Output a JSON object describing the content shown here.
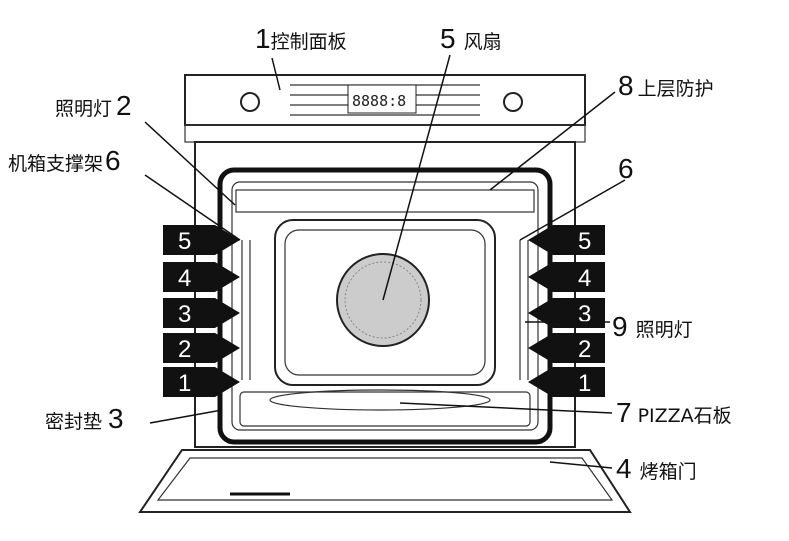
{
  "labels": {
    "control_panel": {
      "num": "1",
      "text": "控制面板"
    },
    "fan": {
      "num": "5",
      "text": "风扇"
    },
    "top_guard": {
      "num": "8",
      "text": "上层防护"
    },
    "light_left": {
      "num": "2",
      "text": "照明灯"
    },
    "rack_support_left": {
      "num": "6",
      "text": "机箱支撑架"
    },
    "rack_support_right": {
      "num": "6"
    },
    "light_right": {
      "num": "9",
      "text": "照明灯"
    },
    "gasket": {
      "num": "3",
      "text": "密封垫"
    },
    "pizza_stone": {
      "num": "7",
      "text": "PIZZA石板"
    },
    "door": {
      "num": "4",
      "text": "烤箱门"
    }
  },
  "shelf_levels": [
    "5",
    "4",
    "3",
    "2",
    "1"
  ],
  "colors": {
    "tag": "#111111",
    "line": "#111111"
  }
}
